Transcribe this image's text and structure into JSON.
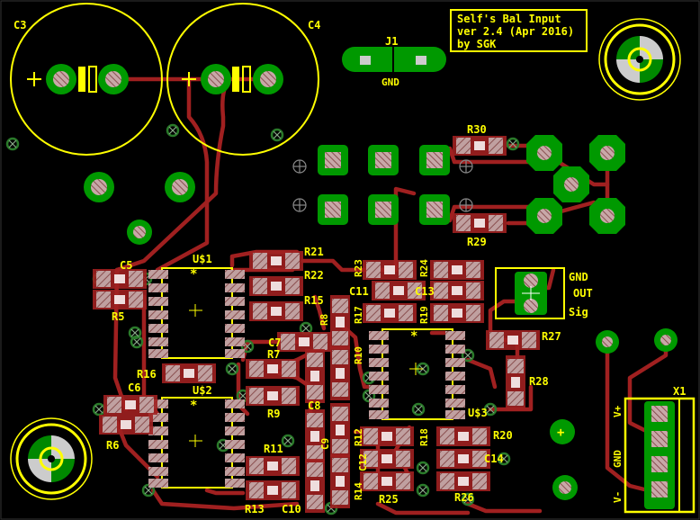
{
  "title_block": {
    "line1": "Self's Bal Input",
    "line2": "ver 2.4 (Apr 2016)",
    "line3": "by SGK"
  },
  "labels": {
    "c3": "C3",
    "c4": "C4",
    "j1": "J1",
    "gnd_j1": "GND",
    "r30": "R30",
    "r29": "R29",
    "c5": "C5",
    "r5": "R5",
    "u1": "U$1",
    "r21": "R21",
    "r22": "R22",
    "r15": "R15",
    "r23": "R23",
    "r24": "R24",
    "c11": "C11",
    "c13": "C13",
    "r17": "R17",
    "r19": "R19",
    "r8": "R8",
    "c7": "C7",
    "r7": "R7",
    "r10": "R10",
    "r16": "R16",
    "c8": "C8",
    "c6": "C6",
    "r6": "R6",
    "u2": "U$2",
    "r9": "R9",
    "u3": "U$3",
    "gnd_out": "GND",
    "out": "OUT",
    "sig": "Sig",
    "r27": "R27",
    "r28": "R28",
    "x1": "X1",
    "r11": "R11",
    "c9": "C9",
    "r12": "R12",
    "r18": "R18",
    "r20": "R20",
    "c12": "C12",
    "c14": "C14",
    "r14": "R14",
    "r25": "R25",
    "r26": "R26",
    "r13": "R13",
    "c10": "C10",
    "v_plus": "V+",
    "gnd_x1": "GND",
    "v_minus": "V-"
  },
  "colors": {
    "background": "#000000",
    "pad": "#009900",
    "trace": "#a02020",
    "silkscreen": "#ffff00",
    "smd_pad": "#b89090",
    "via_ring": "#228822"
  }
}
